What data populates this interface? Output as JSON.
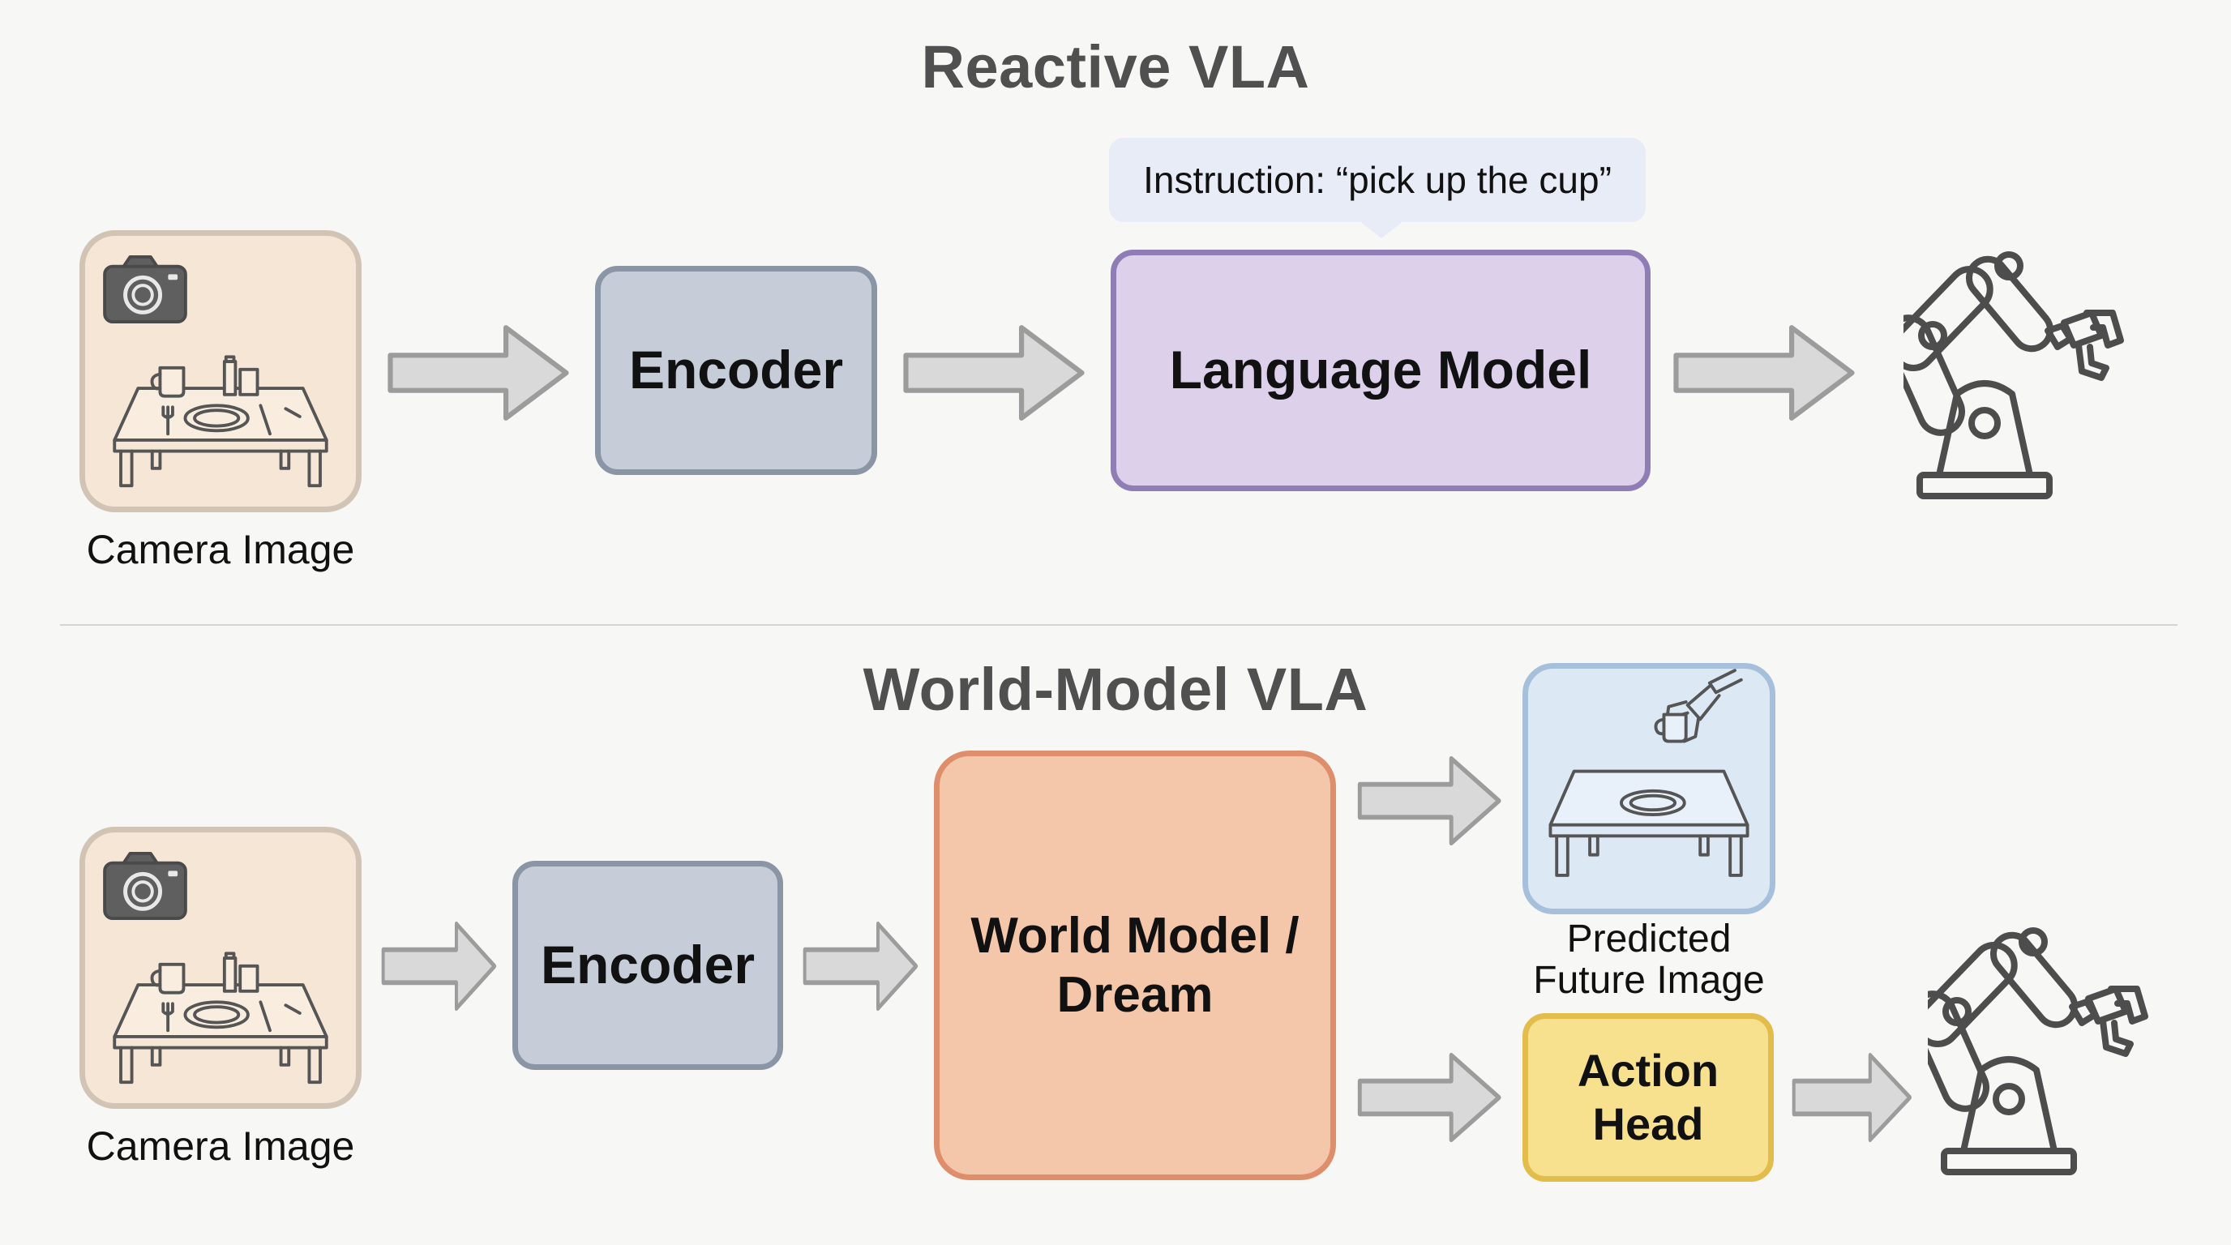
{
  "reactive": {
    "title": "Reactive VLA",
    "camera_caption": "Camera Image",
    "encoder_label": "Encoder",
    "instruction": "Instruction: “pick up the cup”",
    "language_model_label": "Language Model"
  },
  "world_model": {
    "title": "World-Model VLA",
    "camera_caption": "Camera Image",
    "encoder_label": "Encoder",
    "world_model_line1": "World Model /",
    "world_model_line2": "Dream",
    "future_caption_line1": "Predicted",
    "future_caption_line2": "Future Image",
    "action_head_line1": "Action",
    "action_head_line2": "Head"
  },
  "icons": [
    "camera-icon",
    "table-scene-icon",
    "robot-arm-icon",
    "gripper-cup-icon",
    "arrow-right-icon"
  ],
  "colors": {
    "encoder_fill": "#c6ccd8",
    "language_model_fill": "#dcd0ea",
    "world_model_fill": "#f5c7aa",
    "action_head_fill": "#f7e08e",
    "camera_image_fill": "#f5e6d6",
    "future_image_fill": "#dde8f5",
    "arrow_fill": "#d9d9d9"
  }
}
